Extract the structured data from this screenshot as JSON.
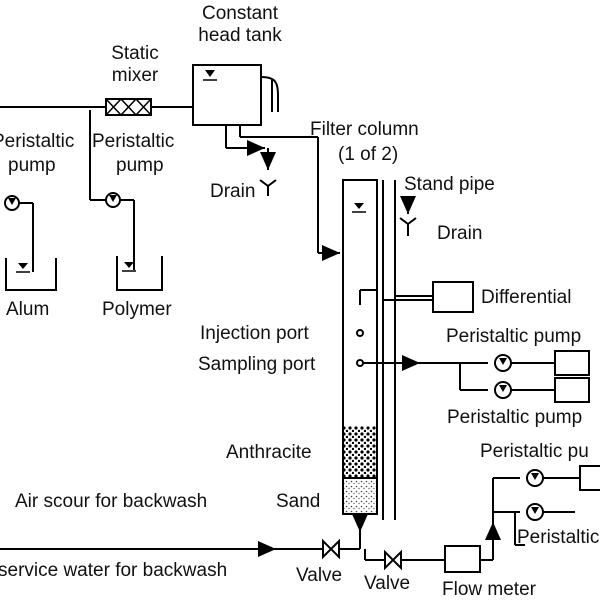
{
  "labels": {
    "constant_head_tank_1": "Constant",
    "constant_head_tank_2": "head tank",
    "static_mixer_1": "Static",
    "static_mixer_2": "mixer",
    "peristaltic_pump_left_1": "Peristaltic",
    "peristaltic_pump_left_2": "pump",
    "peristaltic_pump_mid_1": "Peristaltic",
    "peristaltic_pump_mid_2": "pump",
    "filter_column_1": "Filter column",
    "filter_column_2": "(1 of 2)",
    "drain_top": "Drain",
    "stand_pipe": "Stand pipe",
    "drain_right": "Drain",
    "alum": "Alum",
    "polymer": "Polymer",
    "differential": "Differential",
    "injection_port": "Injection port",
    "sampling_port": "Sampling port",
    "peristaltic_pump_r1": "Peristaltic pump",
    "peristaltic_pump_r2": "Peristaltic pump",
    "peristaltic_pump_r3": "Peristaltic pu",
    "peristaltic_pump_r4": "Peristaltic",
    "anthracite": "Anthracite",
    "sand": "Sand",
    "air_scour": "Air scour for backwash",
    "service_water": "service water for backwash",
    "valve_1": "Valve",
    "valve_2": "Valve",
    "flow_meter": "Flow meter"
  }
}
